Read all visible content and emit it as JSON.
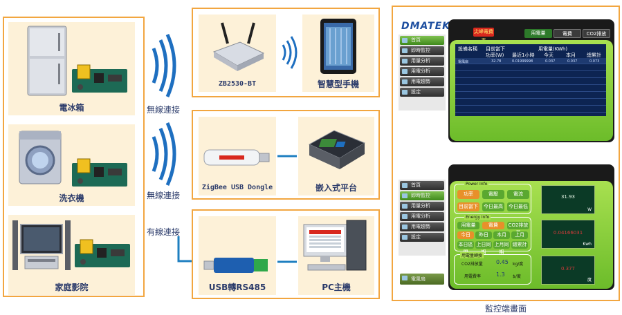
{
  "devices": [
    {
      "label": "電冰箱"
    },
    {
      "label": "洗衣機"
    },
    {
      "label": "家庭影院"
    }
  ],
  "connections": {
    "wireless_1": "無線連接",
    "wireless_2": "無線連接",
    "wired": "有線連接"
  },
  "middle": {
    "zb2530": "ZB2530-BT",
    "smartphone": "智慧型手機",
    "zigbee_dongle": "ZigBee USB Dongle",
    "embedded": "嵌入式平台",
    "usb_rs485": "USB轉RS485",
    "pc": "PC主機"
  },
  "monitor": {
    "caption": "監控端畫面",
    "brand": "DMATEK",
    "top_screen": {
      "tabs": [
        "用電量",
        "電費",
        "CO2排放"
      ],
      "red_badge": "尖峰電費表",
      "sidebar": [
        "首頁",
        "即時監控",
        "用量分析",
        "用電分析",
        "用電趨勢",
        "設定"
      ],
      "table_headers": [
        "設備名稱",
        "目前當下",
        "用電量(KWh)"
      ],
      "table_subheaders": [
        "功率(W)",
        "最近1小時",
        "今天",
        "本月",
        "總累計"
      ],
      "row": [
        "電風扇",
        "32.78",
        "0.01999998",
        "0.037",
        "0.037",
        "0.073"
      ]
    },
    "bottom_screen": {
      "sidebar": [
        "首頁",
        "即時監控",
        "用量分析",
        "用電分析",
        "用電趨勢",
        "設定"
      ],
      "power_info": "Power Info",
      "power_buttons": [
        "功率",
        "電壓",
        "電流",
        "目前當下",
        "今日最高",
        "今日最低"
      ],
      "energy_info": "Energy Info",
      "energy_buttons": [
        "用電量",
        "電費",
        "CO2排放量",
        "今日",
        "昨日",
        "本月",
        "上月",
        "本日區間",
        "上日同期",
        "上月同期",
        "總累計"
      ],
      "power_value": "31.93",
      "power_unit": "W",
      "energy_value": "0.04166031",
      "energy_unit": "Kwh",
      "co2_title": "用電量轉換",
      "co2_label": "CO2排放量",
      "co2_value": "0.45",
      "co2_unit": "kg/度",
      "cost_label": "用電費率",
      "cost_value": "1.3",
      "cost_unit": "$/度",
      "cost_display": "0.377",
      "cost_display_unit": "度",
      "device_select": "電風扇"
    }
  },
  "colors": {
    "panel_border": "#f2a640",
    "card_bg": "#fdf1d8",
    "link_blue": "#1e7fc0",
    "wave_blue": "#1e6fc0"
  }
}
